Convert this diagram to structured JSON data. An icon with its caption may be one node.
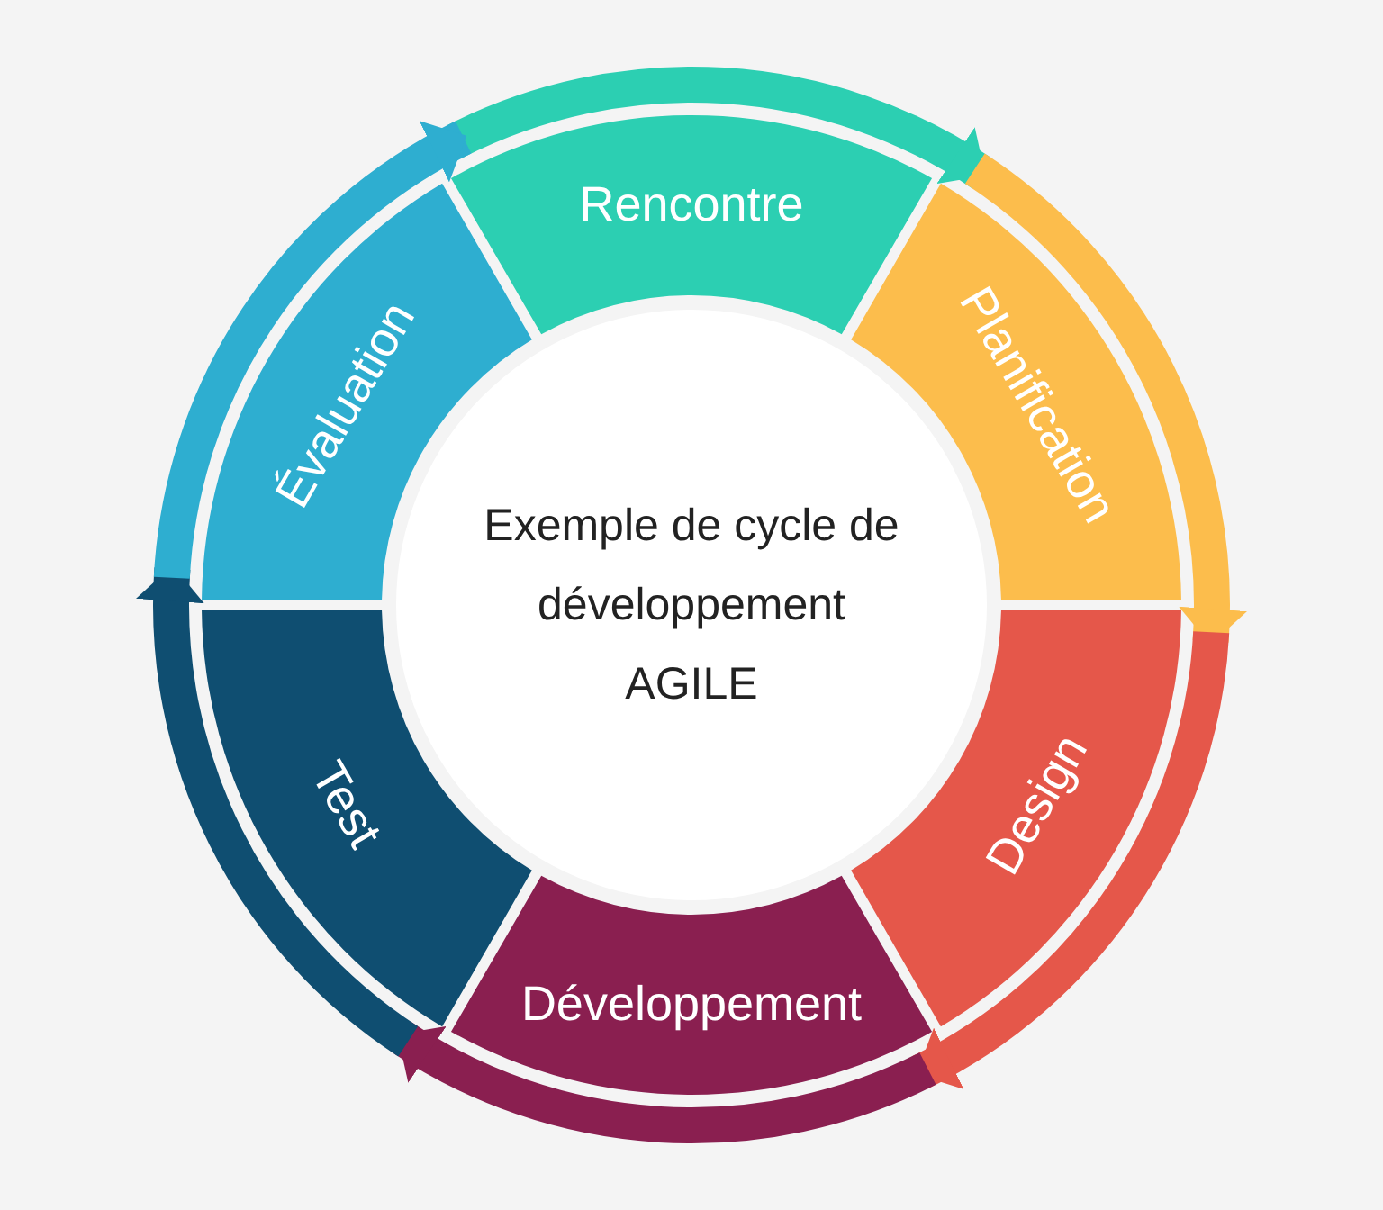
{
  "diagram": {
    "nodes": [
      {
        "text": [
          "Rencontre"
        ]
      },
      {
        "text": [
          "Planification"
        ]
      },
      {
        "text": [
          "Design"
        ]
      },
      {
        "text": [
          "Développement"
        ]
      },
      {
        "text": [
          "Test"
        ]
      },
      {
        "text": [
          "Évaluation"
        ]
      },
      {
        "text": [
          "Exemple de cycle de développement AGILE"
        ]
      }
    ]
  }
}
